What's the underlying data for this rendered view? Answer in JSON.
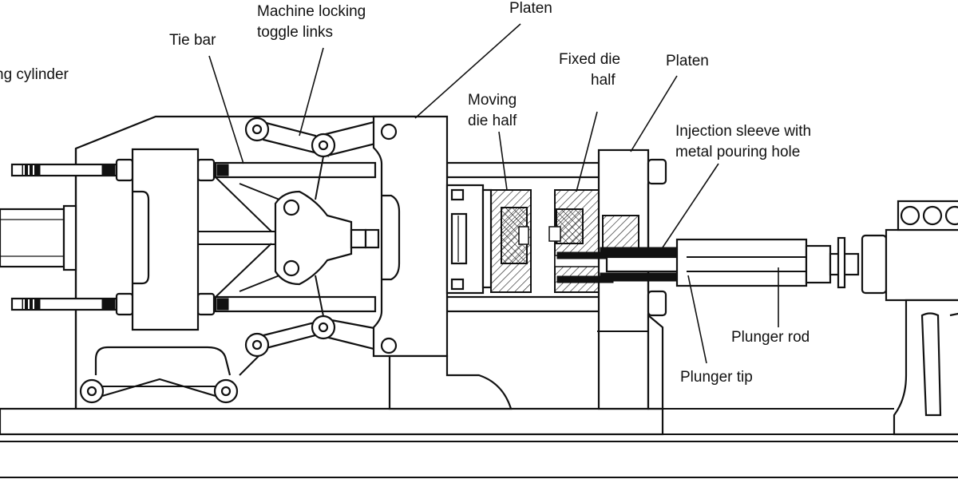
{
  "labels": {
    "locking_cylinder": "ng cylinder",
    "tie_bar": "Tie bar",
    "toggle_line1": "Machine locking",
    "toggle_line2": "toggle links",
    "platen_top": "Platen",
    "moving_die_line1": "Moving",
    "moving_die_line2": "die half",
    "fixed_die_line1": "Fixed die",
    "fixed_die_line2": "half",
    "platen_right": "Platen",
    "sleeve_line1": "Injection sleeve with",
    "sleeve_line2": "metal pouring hole",
    "plunger_rod": "Plunger rod",
    "plunger_tip": "Plunger tip"
  }
}
